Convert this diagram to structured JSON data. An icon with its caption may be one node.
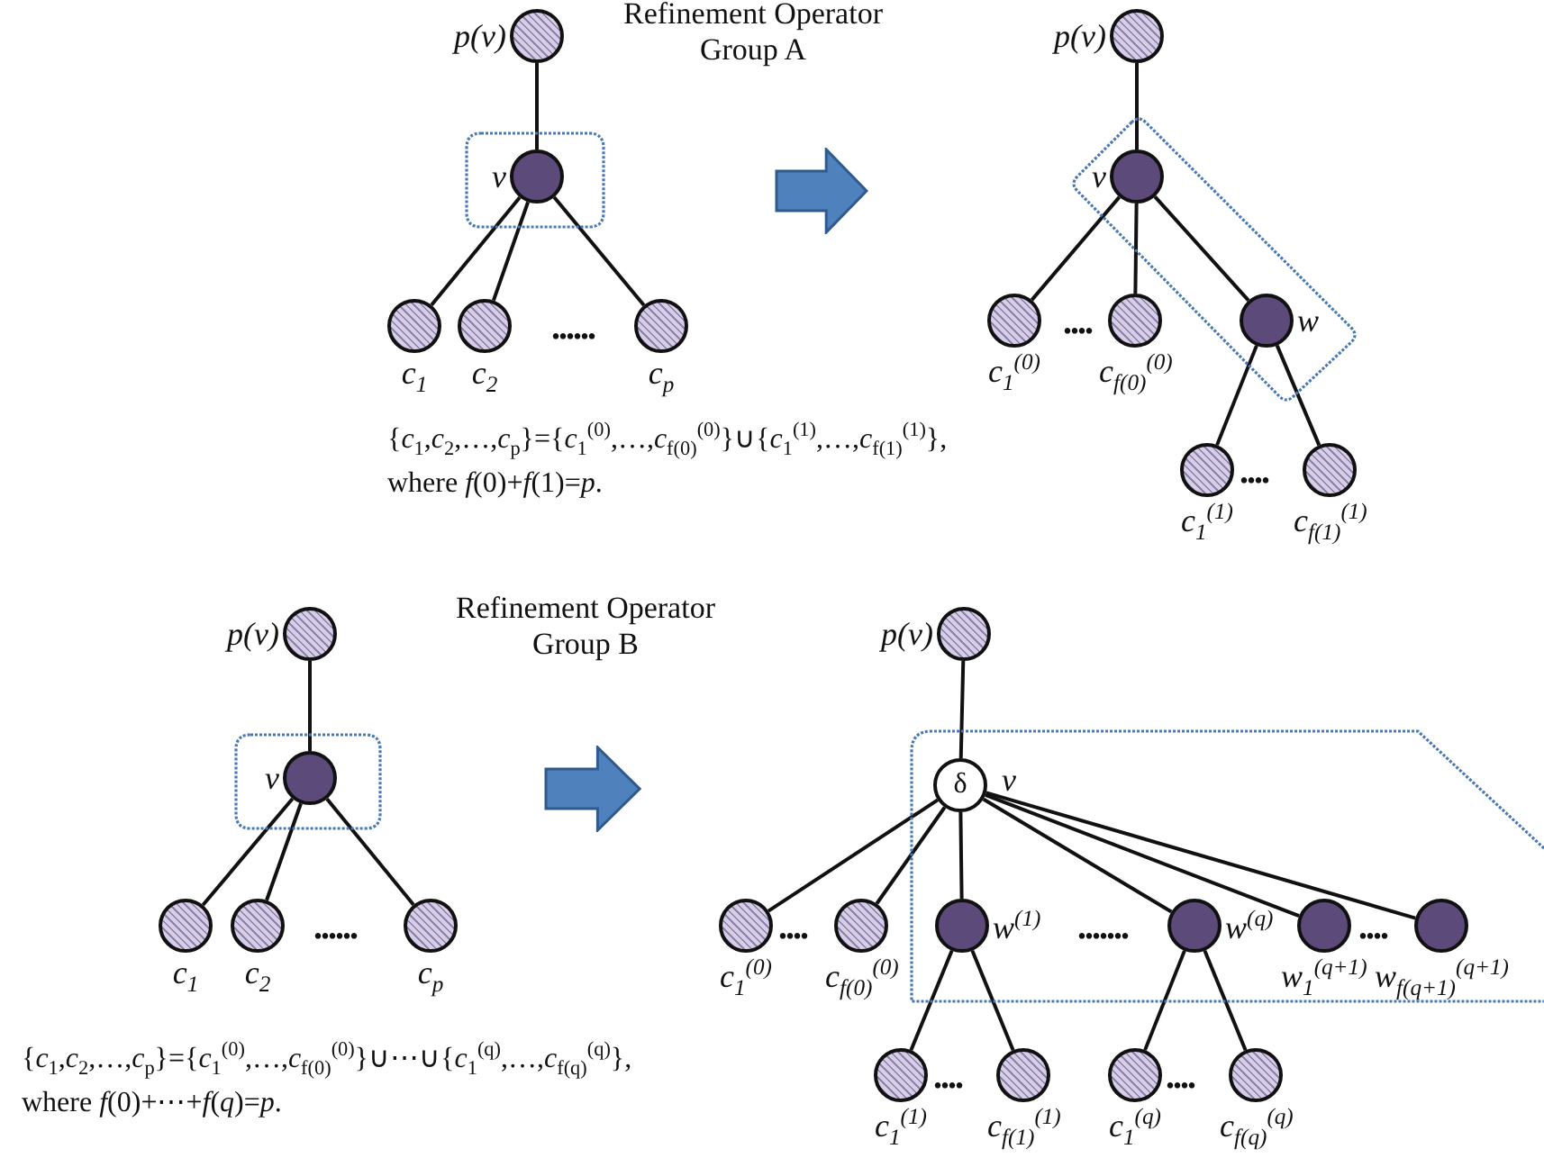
{
  "diagram": {
    "nodes": [
      {
        "text": [
          "p(v)"
        ]
      },
      {
        "text": [],
        "shape": "box"
      },
      {
        "text": [
          "v"
        ],
        "in": 1
      },
      {
        "text": [
          "c$_{1}$"
        ]
      },
      {
        "text": [
          "c$_{2}$"
        ]
      },
      {
        "text": [
          "c$_{p}$"
        ]
      },
      {
        "text": [],
        "shape": "arrow"
      },
      {
        "text": [
          "p(v)"
        ]
      },
      {
        "text": [],
        "shape": "box"
      },
      {
        "text": [
          "v"
        ],
        "in": 8
      },
      {
        "text": [
          "c$_{1}$$^{(0)}$"
        ]
      },
      {
        "text": [
          "c$_{f(0)}$$^{(0)}$"
        ]
      },
      {
        "text": [
          "w"
        ],
        "in": 8
      },
      {
        "text": [
          "c$_{1}$$^{(1)}$"
        ]
      },
      {
        "text": [
          "c$_{f(1)}$$^{(1)}$"
        ]
      },
      {
        "text": [
          "p(v)"
        ]
      },
      {
        "text": [],
        "shape": "box"
      },
      {
        "text": [
          "v"
        ],
        "in": 16
      },
      {
        "text": [
          "c$_{1}$"
        ]
      },
      {
        "text": [
          "c$_{2}$"
        ]
      },
      {
        "text": [
          "c$_{p}$"
        ]
      },
      {
        "text": [],
        "shape": "arrow"
      },
      {
        "text": [
          "p(v)"
        ]
      },
      {
        "text": [],
        "shape": "box"
      },
      {
        "text": [
          "δ"
        ],
        "beside": [
          "v"
        ],
        "in": 23
      },
      {
        "text": [
          "c$_{1}$$^{(0)}$"
        ]
      },
      {
        "text": [
          "c$_{f(0)}$$^{(0)}$"
        ]
      },
      {
        "text": [
          "w$^{(1)}$"
        ],
        "in": 23
      },
      {
        "text": [
          "c$_{1}$$^{(1)}$"
        ]
      },
      {
        "text": [
          "c$_{f(1)}$$^{(1)}$"
        ]
      },
      {
        "text": [
          "w$^{(q)}$"
        ],
        "in": 23
      },
      {
        "text": [
          "c$_{1}$$^{(q)}$"
        ]
      },
      {
        "text": [
          "c$_{f(q)}$$^{(q)}$"
        ]
      },
      {
        "text": [
          "w$_{1}$$^{(q+1)}$"
        ],
        "in": 23
      },
      {
        "text": [
          "w$_{f(q+1)}$$^{(q+1)}$"
        ],
        "in": 23
      }
    ],
    "edges": [
      {
        "from": 0,
        "to": 2,
        "arrow": "none"
      },
      {
        "from": 2,
        "to": 3,
        "arrow": "none"
      },
      {
        "from": 2,
        "to": 4,
        "arrow": "none"
      },
      {
        "from": 2,
        "to": 5,
        "arrow": "none"
      },
      {
        "from": 7,
        "to": 9,
        "arrow": "none"
      },
      {
        "from": 9,
        "to": 10,
        "arrow": "none"
      },
      {
        "from": 9,
        "to": 11,
        "arrow": "none"
      },
      {
        "from": 9,
        "to": 12,
        "arrow": "none"
      },
      {
        "from": 12,
        "to": 13,
        "arrow": "none"
      },
      {
        "from": 12,
        "to": 14,
        "arrow": "none"
      },
      {
        "from": 15,
        "to": 17,
        "arrow": "none"
      },
      {
        "from": 17,
        "to": 18,
        "arrow": "none"
      },
      {
        "from": 17,
        "to": 19,
        "arrow": "none"
      },
      {
        "from": 17,
        "to": 20,
        "arrow": "none"
      },
      {
        "from": 22,
        "to": 24,
        "arrow": "none"
      },
      {
        "from": 24,
        "to": 25,
        "arrow": "none"
      },
      {
        "from": 24,
        "to": 26,
        "arrow": "none"
      },
      {
        "from": 24,
        "to": 27,
        "arrow": "none"
      },
      {
        "from": 24,
        "to": 30,
        "arrow": "none"
      },
      {
        "from": 24,
        "to": 33,
        "arrow": "none"
      },
      {
        "from": 24,
        "to": 34,
        "arrow": "none"
      },
      {
        "from": 27,
        "to": 28,
        "arrow": "none"
      },
      {
        "from": 27,
        "to": 29,
        "arrow": "none"
      },
      {
        "from": 30,
        "to": 31,
        "arrow": "none"
      },
      {
        "from": 30,
        "to": 32,
        "arrow": "none"
      }
    ],
    "labels": [
      "Refinement Operator Group A",
      "......",
      "....",
      "{*c*$_{1}$,*c*$_{2}$,…,*c*$_{p}$}={*c*$_{1}$$^{(0)}$,…,*c*$_{f(0)}$$^{(0)}$}∪{*c*$_{1}$$^{(1)}$,…,*c*$_{f(1)}$$^{(1)}$}, where *f*(0)+*f*(1)=*p*.",
      "....",
      "Refinement Operator Group B",
      "......",
      "....",
      ".......",
      "....",
      "{*c*$_{1}$,*c*$_{2}$,…,*c*$_{p}$}={*c*$_{1}$$^{(0)}$,…,*c*$_{f(0)}$$^{(0)}$}∪⋯∪{*c*$_{1}$$^{(q)}$,…,*c*$_{f(q)}$$^{(q)}$}, where *f*(0)+⋯+*f*(*q*)=*p*.",
      "....",
      "...."
    ]
  }
}
